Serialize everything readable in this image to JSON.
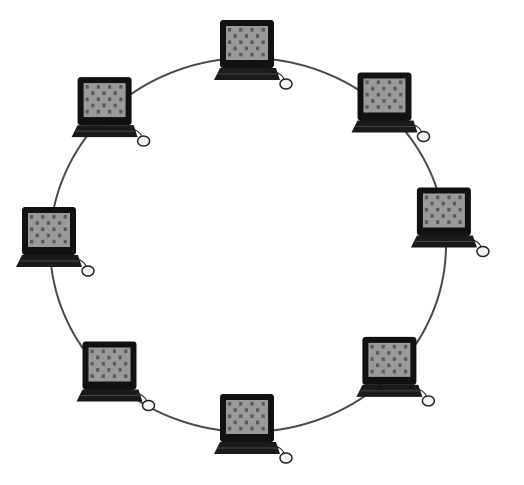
{
  "diagram": {
    "type": "ring-network-topology",
    "ring_color": "#4a4a4a",
    "colors": {
      "monitor_body": "#111111",
      "screen_face": "#9a9a9a",
      "screen_pixels": "#5a5a5a",
      "keyboard": "#1a1a1a",
      "mouse": "#f4f4f4",
      "mouse_outline": "#222222"
    },
    "nodes": [
      {
        "name": "computer-top",
        "icon": "desktop-computer-icon",
        "angle": 0
      },
      {
        "name": "computer-top-right",
        "icon": "desktop-computer-icon",
        "angle": 44
      },
      {
        "name": "computer-right",
        "icon": "desktop-computer-icon",
        "angle": 84
      },
      {
        "name": "computer-bottom-right",
        "icon": "desktop-computer-icon",
        "angle": 134
      },
      {
        "name": "computer-bottom",
        "icon": "desktop-computer-icon",
        "angle": 180
      },
      {
        "name": "computer-bottom-left",
        "icon": "desktop-computer-icon",
        "angle": 224
      },
      {
        "name": "computer-left",
        "icon": "desktop-computer-icon",
        "angle": 270
      },
      {
        "name": "computer-top-left",
        "icon": "desktop-computer-icon",
        "angle": 314
      }
    ]
  }
}
